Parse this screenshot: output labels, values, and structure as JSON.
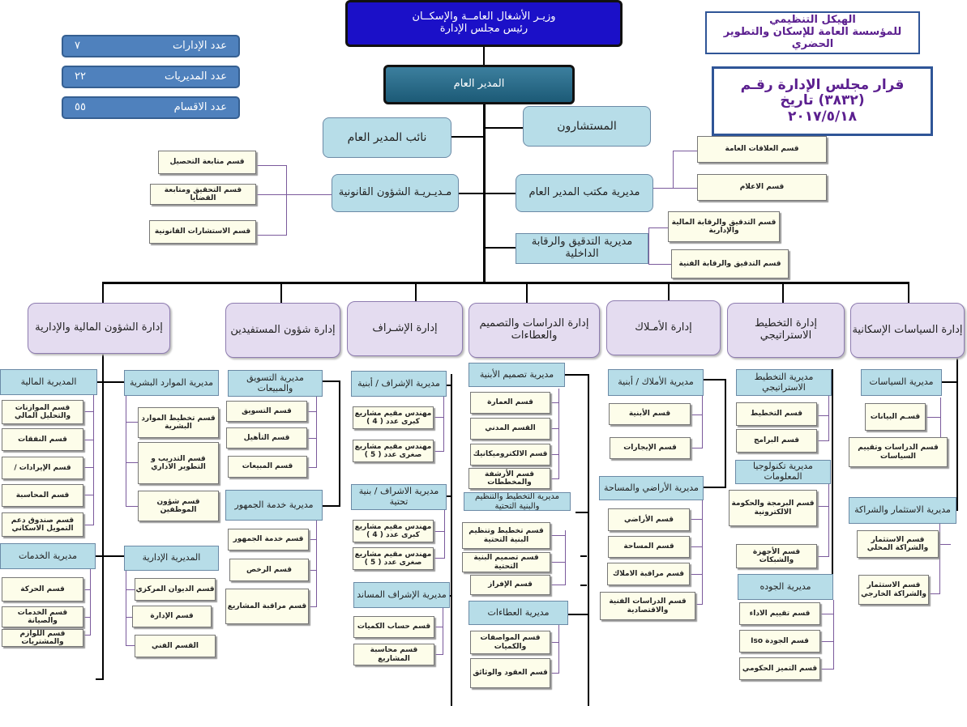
{
  "top": {
    "title": "وزيـر الأشغال العامــة والإسكــان",
    "subtitle": "رئيس مجلس الإدارة"
  },
  "header": {
    "line1": "الهيكل التنظيمي",
    "line2": "للمؤسسة العامة للإسكان والتطوير الحضري"
  },
  "decision": {
    "line1": "قرار مجلس الإدارة رقـم",
    "line2": "(٣٨٣٢) تاريخ",
    "line3": "٢٠١٧/٥/١٨"
  },
  "counts": [
    {
      "label": "عدد الإدارات",
      "value": "٧"
    },
    {
      "label": "عدد المديريات",
      "value": "٢٢"
    },
    {
      "label": "عدد الاقسام",
      "value": "٥٥"
    }
  ],
  "ceo": "المدير العام",
  "top_nodes": {
    "deputy": "نائب المدير العام",
    "advisors": "المستشارون",
    "legal": "مـديـريـة الشؤون القانونية",
    "office": "مديرية مكتب المدير العام",
    "audit": "مديرية التدقيق والرقابة الداخلية"
  },
  "legal_sections": [
    "قسم متابعة التحصيل",
    "قسم التحقيق ومتابعة القضايا",
    "قسم الاستشارات القانونية"
  ],
  "office_sections": [
    "قسم العلاقات العامة",
    "قسم الاعلام"
  ],
  "audit_sections": [
    "قسم التدقيق والرقابة المالية والإدارية",
    "قسم التدقيق والرقابة الفنية"
  ],
  "admins": {
    "policies": "إدارة السياسات الإسكانية",
    "strategic": "إدارة التخطيط الاستراتيجي",
    "property": "إدارة الأمـلاك",
    "studies": "إدارة الدراسات والتصميم والعطاءات",
    "supervision": "إدارة الإشـراف",
    "beneficiaries": "إدارة شؤون المستفيدين",
    "finance": "إدارة الشؤون المالية والإدارية"
  },
  "policies": {
    "dir1": "مديرية السياسات",
    "dir1_sections": [
      "قسـم البيانات",
      "قسم الدراسات وتقييم السياسات"
    ],
    "dir2": "مديرية الاستثمار والشراكة",
    "dir2_sections": [
      "قسم الاستثمار والشراكة المحلي",
      "قسم الاستثمار والشراكة الخارجي"
    ]
  },
  "strategic": {
    "dir1": "مديرية التخطيط الاستراتيجي",
    "dir1_sections": [
      "قسم التخطيط",
      "قسم البرامج"
    ],
    "dir2": "مديرية تكنولوجيا المعلومات",
    "dir2_sections": [
      "قسم البرمجة والحكومة الالكترونية",
      "قسم الأجهزة والشبكات"
    ],
    "dir3": "مديرية الجوده",
    "dir3_sections": [
      "قسم تقييم الاداء",
      "قسم الجودة Iso",
      "قسم التميز الحكومي"
    ]
  },
  "property": {
    "dir1": "مديرية الأملاك / أبنية",
    "dir1_sections": [
      "قسم الأبنية",
      "قسم الإيجارات"
    ],
    "dir2": "مديرية الأراضي والمساحة",
    "dir2_sections": [
      "قسم الأراضي",
      "قسم المساحة",
      "قسم مراقبة الاملاك",
      "قسم الدراسات الفنية والاقتصادية"
    ]
  },
  "studies": {
    "dir1": "مديرية تصميم الأبنية",
    "dir1_sections": [
      "قسم العمارة",
      "القسم المدني",
      "قسم الالكتروميكانيك",
      "قسم الأرشفة والمخططات"
    ],
    "dir2": "مديرية التخطيط والتنظيم والبنية التحتية",
    "dir2_sections": [
      "قسم تخطيط وتنظيم البنية التحتية",
      "قسم تصميم البنية التحتية",
      "قسم الإفراز"
    ],
    "dir3": "مديرية العطاءات",
    "dir3_sections": [
      "قسم المواصفات والكميات",
      "قسم العقود والوثائق"
    ]
  },
  "supervision": {
    "dir1": "مديرية الإشراف / أبنية",
    "dir1_sections": [
      "مهندس مقيم مشاريع كبرى عدد ( 4 )",
      "مهندس مقيم مشاريع صغرى عدد ( 5 )"
    ],
    "dir2": "مديرية الاشراف / بنية تحتية",
    "dir2_sections": [
      "مهندس مقيم مشاريع كبرى عدد ( 4 )",
      "مهندس مقيم مشاريع صغرى عدد ( 5 )"
    ],
    "dir3": "مديرية الإشراف المساند",
    "dir3_sections": [
      "قسم حساب الكميات",
      "قسم محاسبة المشاريع"
    ]
  },
  "beneficiaries": {
    "dir1": "مديرية التسويق والمبيعات",
    "dir1_sections": [
      "قسم التسويق",
      "قسم التأهيل",
      "قسم المبيعات"
    ],
    "dir2": "مديرية خدمة الجمهور",
    "dir2_sections": [
      "قسم خدمة الجمهور",
      "قسم الرخص",
      "قسم مراقبة المشاريع"
    ]
  },
  "finance": {
    "dir1": "المديرية المالية",
    "dir1_sections": [
      "قسم الموازنات والتحليل المالي",
      "قسم النفقات",
      "قسم الإيرادات /",
      "قسم المحاسبة",
      "قسم صندوق دعم التمويل الاسكاني"
    ],
    "dir2": "مديرية الموارد البشرية",
    "dir2_sections": [
      "قسم تخطيط الموارد البشرية",
      "قسم التدريب و التطوير الاداري",
      "قسم شؤون الموظفين"
    ],
    "dir3": "مديرية الخدمات",
    "dir3_sections": [
      "قسم الحركة",
      "قسم الخدمات والصيانة",
      "قسم اللوازم والمشتريات"
    ],
    "dir4": "المديرية الإدارية",
    "dir4_sections": [
      "قسم الديوان المركزي",
      "قسم الإدارة",
      "القسم الفني"
    ]
  }
}
